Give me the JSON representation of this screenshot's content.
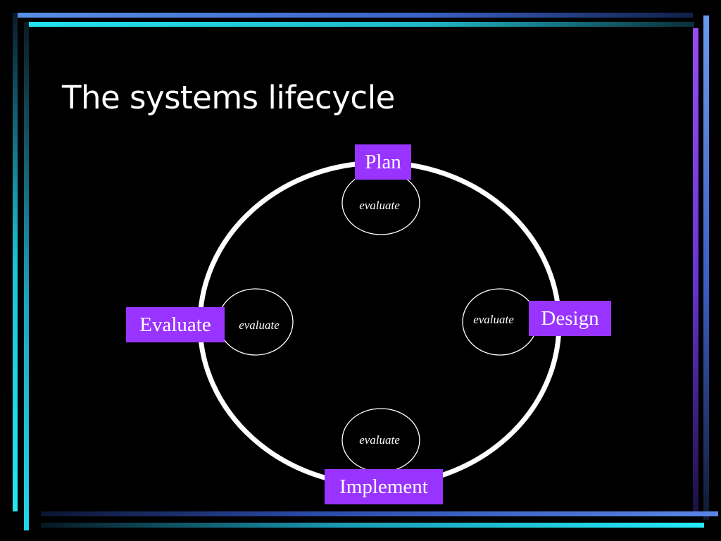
{
  "slide": {
    "title": "The systems lifecycle"
  },
  "diagram": {
    "stages": {
      "plan": "Plan",
      "design": "Design",
      "implement": "Implement",
      "evaluate": "Evaluate"
    },
    "evaluate_nodes": {
      "top": "evaluate",
      "right": "evaluate",
      "bottom": "evaluate",
      "left": "evaluate"
    }
  },
  "colors": {
    "background": "#000000",
    "stage_fill": "#9933ff",
    "text": "#ffffff",
    "ring": "#ffffff",
    "frame_cyan": "#22e3f0",
    "frame_blue": "#5a8fe6",
    "frame_purple": "#9a4af8"
  }
}
